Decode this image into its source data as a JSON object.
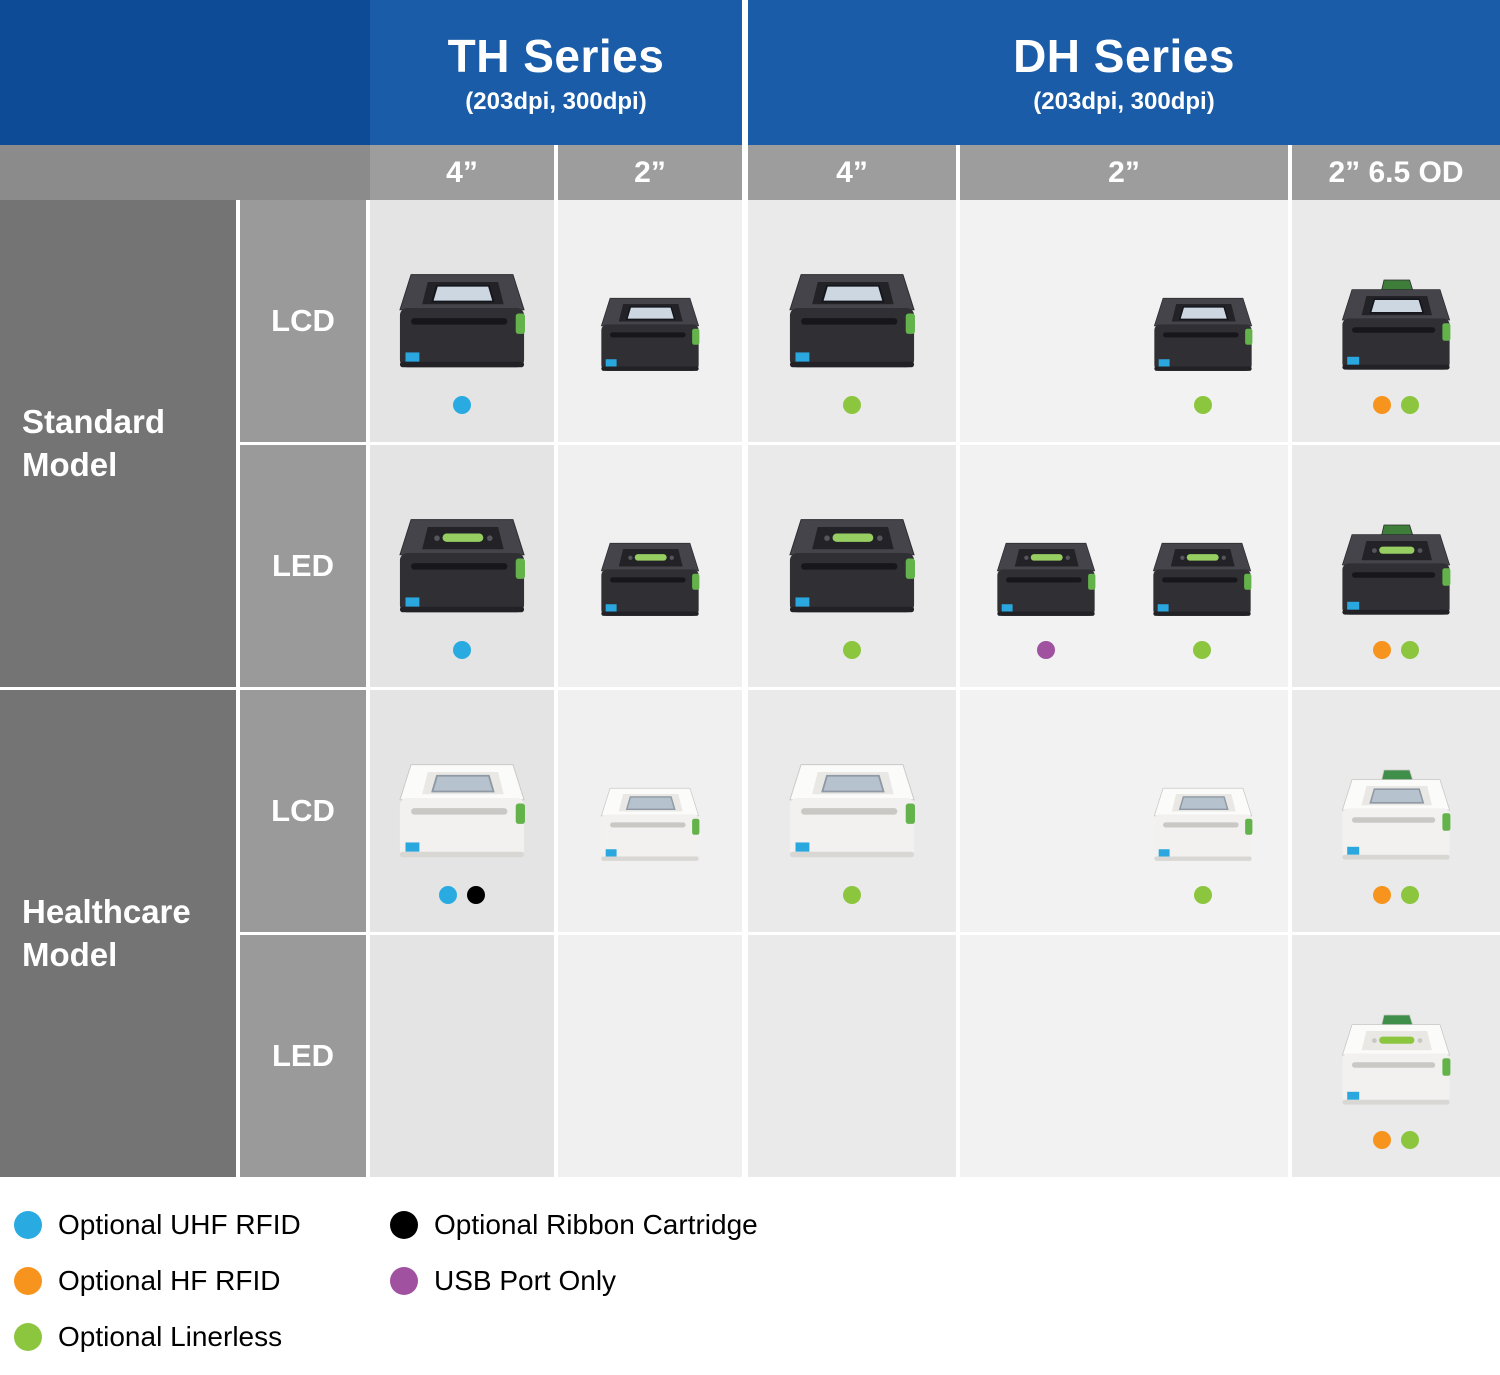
{
  "header": {
    "series": [
      {
        "name": "TH Series",
        "subtitle": "(203dpi, 300dpi)"
      },
      {
        "name": "DH Series",
        "subtitle": "(203dpi, 300dpi)"
      }
    ],
    "columns": [
      "4”",
      "2”",
      "4”",
      "2”",
      "2” 6.5 OD"
    ]
  },
  "row_groups": [
    {
      "label": "Standard Model",
      "rows": [
        {
          "label": "LCD",
          "cells": [
            {
              "printers": [
                {
                  "variant": "dark",
                  "type": "lcd",
                  "size": "4",
                  "dots": [
                    "blue"
                  ]
                }
              ]
            },
            {
              "printers": [
                {
                  "variant": "dark",
                  "type": "lcd",
                  "size": "2",
                  "dots": []
                }
              ]
            },
            {
              "printers": [
                {
                  "variant": "dark",
                  "type": "lcd",
                  "size": "4",
                  "dots": [
                    "green"
                  ]
                }
              ]
            },
            {
              "align": "right",
              "printers": [
                {
                  "variant": "dark",
                  "type": "lcd",
                  "size": "2",
                  "dots": [
                    "green"
                  ]
                }
              ]
            },
            {
              "printers": [
                {
                  "variant": "dark",
                  "type": "lcd",
                  "size": "65",
                  "dots": [
                    "orange",
                    "green"
                  ]
                }
              ]
            }
          ]
        },
        {
          "label": "LED",
          "cells": [
            {
              "printers": [
                {
                  "variant": "dark",
                  "type": "led",
                  "size": "4",
                  "dots": [
                    "blue"
                  ]
                }
              ]
            },
            {
              "printers": [
                {
                  "variant": "dark",
                  "type": "led",
                  "size": "2",
                  "dots": []
                }
              ]
            },
            {
              "printers": [
                {
                  "variant": "dark",
                  "type": "led",
                  "size": "4",
                  "dots": [
                    "green"
                  ]
                }
              ]
            },
            {
              "printers": [
                {
                  "variant": "dark",
                  "type": "led",
                  "size": "2",
                  "dots": [
                    "purple"
                  ]
                },
                {
                  "variant": "dark",
                  "type": "led",
                  "size": "2",
                  "dots": [
                    "green"
                  ]
                }
              ]
            },
            {
              "printers": [
                {
                  "variant": "dark",
                  "type": "led",
                  "size": "65",
                  "dots": [
                    "orange",
                    "green"
                  ]
                }
              ]
            }
          ]
        }
      ]
    },
    {
      "label": "Healthcare Model",
      "rows": [
        {
          "label": "LCD",
          "cells": [
            {
              "printers": [
                {
                  "variant": "light",
                  "type": "lcd",
                  "size": "4",
                  "dots": [
                    "blue",
                    "black"
                  ]
                }
              ]
            },
            {
              "printers": [
                {
                  "variant": "light",
                  "type": "lcd",
                  "size": "2",
                  "dots": []
                }
              ]
            },
            {
              "printers": [
                {
                  "variant": "light",
                  "type": "lcd",
                  "size": "4",
                  "dots": [
                    "green"
                  ]
                }
              ]
            },
            {
              "align": "right",
              "printers": [
                {
                  "variant": "light",
                  "type": "lcd",
                  "size": "2",
                  "dots": [
                    "green"
                  ]
                }
              ]
            },
            {
              "printers": [
                {
                  "variant": "light",
                  "type": "lcd",
                  "size": "65",
                  "dots": [
                    "orange",
                    "green"
                  ]
                }
              ]
            }
          ]
        },
        {
          "label": "LED",
          "cells": [
            {
              "printers": []
            },
            {
              "printers": []
            },
            {
              "printers": []
            },
            {
              "printers": []
            },
            {
              "printers": [
                {
                  "variant": "light",
                  "type": "led",
                  "size": "65",
                  "dots": [
                    "orange",
                    "green"
                  ]
                }
              ]
            }
          ]
        }
      ]
    }
  ],
  "legend": {
    "columns": [
      [
        {
          "dot": "blue",
          "label": "Optional UHF RFID"
        },
        {
          "dot": "orange",
          "label": "Optional HF RFID"
        },
        {
          "dot": "green",
          "label": "Optional Linerless"
        }
      ],
      [
        {
          "dot": "black",
          "label": "Optional Ribbon Cartridge"
        },
        {
          "dot": "purple",
          "label": "USB Port Only"
        }
      ]
    ]
  },
  "colors": {
    "blue": "#29ABE2",
    "orange": "#F7941E",
    "green": "#8CC63F",
    "black": "#000000",
    "purple": "#A0519F",
    "header_blue": "#1A5CA8",
    "header_blue_dark": "#0E4B96"
  }
}
